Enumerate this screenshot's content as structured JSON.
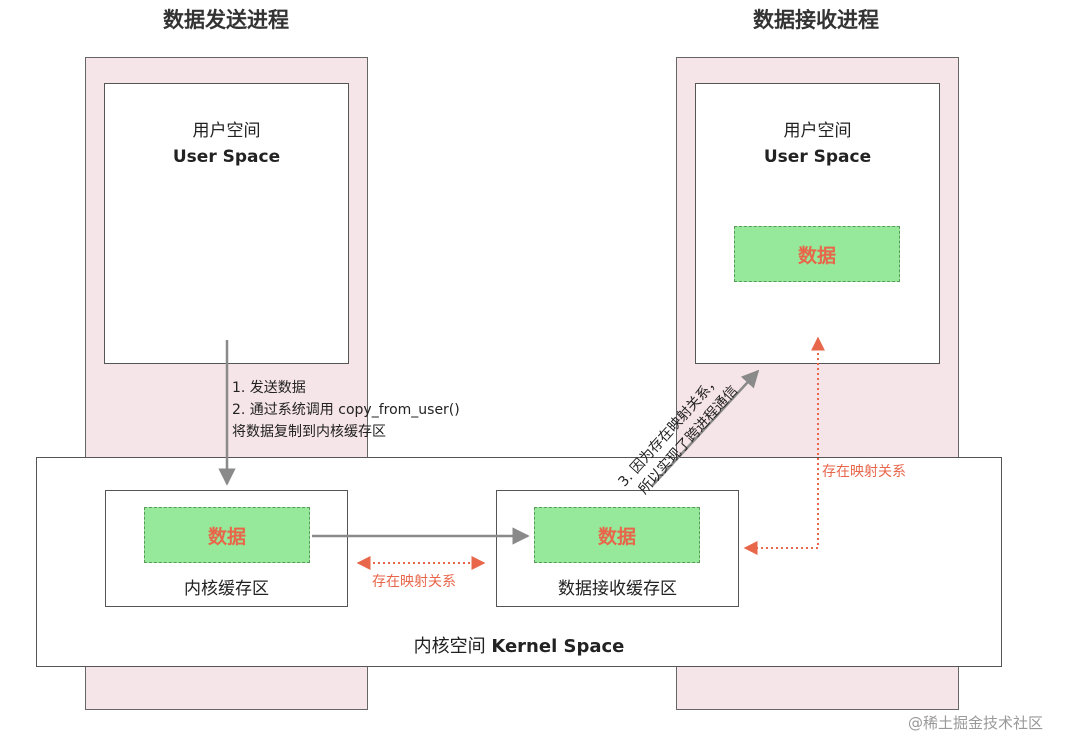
{
  "sender": {
    "title": "数据发送进程",
    "user_space_cn": "用户空间",
    "user_space_en": "User Space"
  },
  "receiver": {
    "title": "数据接收进程",
    "user_space_cn": "用户空间",
    "user_space_en": "User Space",
    "data_label": "数据"
  },
  "kernel": {
    "label_cn": "内核空间",
    "label_en": "Kernel Space",
    "kernel_buffer": {
      "data_label": "数据",
      "caption": "内核缓存区"
    },
    "receive_buffer": {
      "data_label": "数据",
      "caption": "数据接收缓存区"
    }
  },
  "steps": {
    "step1": "1.   发送数据",
    "step2": "2.   通过系统调用 copy_from_user()",
    "step2_cont": "将数据复制到内核缓存区",
    "step3_line1": "3. 因为存在映射关系，",
    "step3_line2": "所以实现了跨进程通信"
  },
  "mapping": {
    "horizontal_label": "存在映射关系",
    "vertical_label": "存在映射关系"
  },
  "colors": {
    "process_bg": "#f5e4e8",
    "data_fill": "#96e89a",
    "accent_red": "#e8664a",
    "arrow_gray": "#888888"
  },
  "watermark": "@稀土掘金技术社区"
}
